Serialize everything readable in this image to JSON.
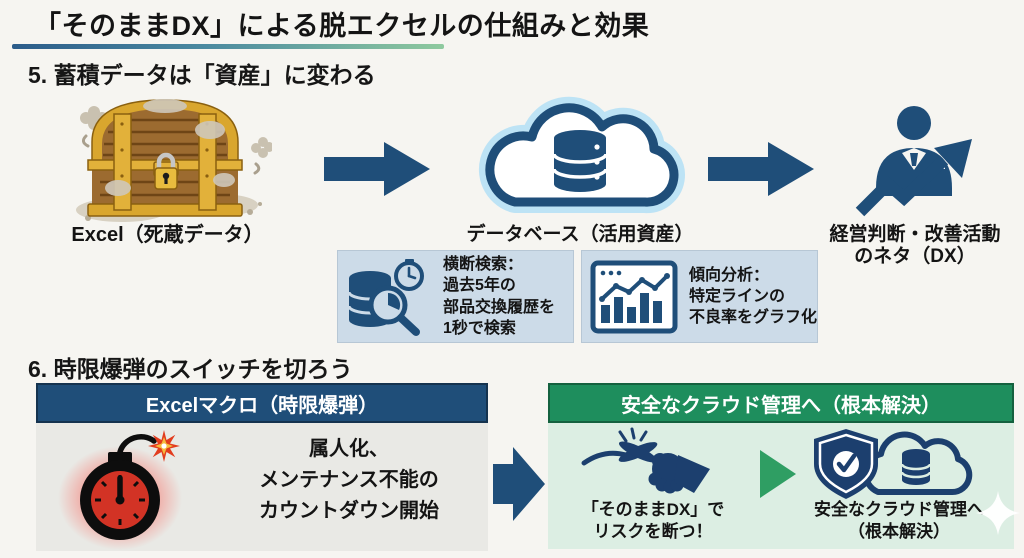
{
  "title": "「そのままDX」による脱エクセルの仕組みと効果",
  "section5": {
    "heading": "5. 蓄積データは「資産」に変わる",
    "source_label": "Excel（死蔵データ）",
    "database_label": "データベース（活用資産）",
    "outcome_line1": "経営判断・改善活動",
    "outcome_line2": "のネタ（DX）",
    "benefit1": {
      "line1": "横断検索：",
      "line2": "過去5年の",
      "line3": "部品交換履歴を",
      "line4": "1秒で検索"
    },
    "benefit2": {
      "line1": "傾向分析：",
      "line2": "特定ラインの",
      "line3": "不良率をグラフ化"
    }
  },
  "section6": {
    "heading": "6. 時限爆弾のスイッチを切ろう",
    "left_header": "Excelマクロ（時限爆弾）",
    "left_line1": "属人化、",
    "left_line2": "メンテナンス不能の",
    "left_line3": "カウントダウン開始",
    "right_header": "安全なクラウド管理へ（根本解決）",
    "step1_line1": "「そのままDX」で",
    "step1_line2": "リスクを断つ！",
    "step2_line1": "安全なクラウド管理へ",
    "step2_line2": "（根本解決）"
  },
  "colors": {
    "accent_blue": "#1f4e79",
    "accent_green": "#1e8e5d",
    "benefit_bg": "#ccdbe8",
    "left_body_bg": "#e9e9e5",
    "right_body_bg": "#dceee3",
    "underline_start": "#2b5c8a",
    "underline_end": "#8fca9f"
  }
}
